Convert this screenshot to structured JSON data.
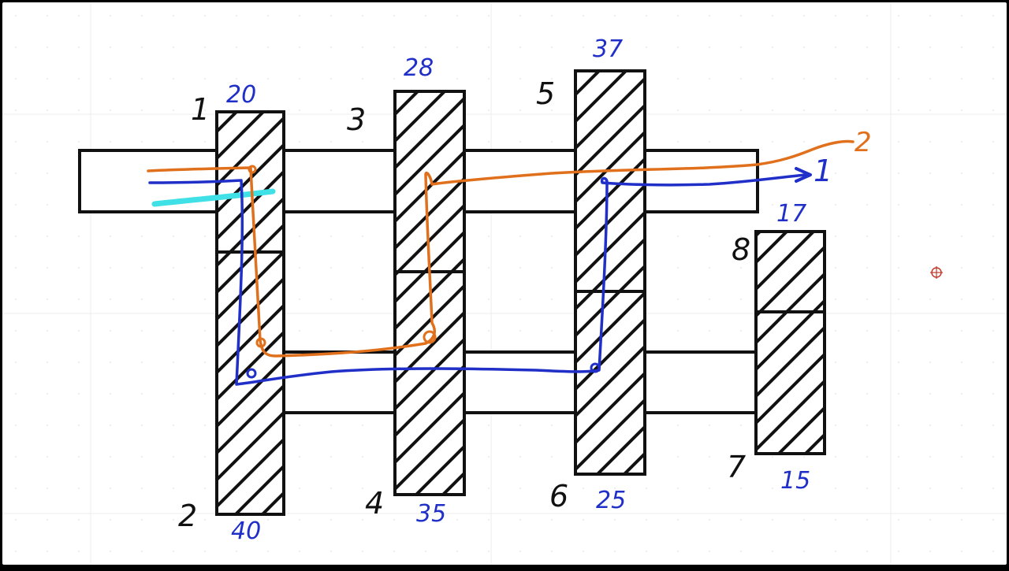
{
  "colors": {
    "background": "#ffffff",
    "grid": "#e7e7e7",
    "outline": "#111111",
    "blue_ink": "#1f2fc8",
    "orange_ink": "#e0701c",
    "cyan_ink": "#3fe0e6",
    "cursor": "#c0392b"
  },
  "gear_numbers": {
    "g1": "1",
    "g2": "2",
    "g3": "3",
    "g4": "4",
    "g5": "5",
    "g6": "6",
    "g7": "7",
    "g8": "8"
  },
  "teeth_counts": {
    "z1": "20",
    "z2": "40",
    "z3": "28",
    "z4": "35",
    "z5": "37",
    "z6": "25",
    "z7": "15",
    "z8": "17"
  },
  "paths": {
    "path1_label": "1",
    "path2_label": "2"
  },
  "icons": {
    "cursor": "crosshair-icon"
  }
}
